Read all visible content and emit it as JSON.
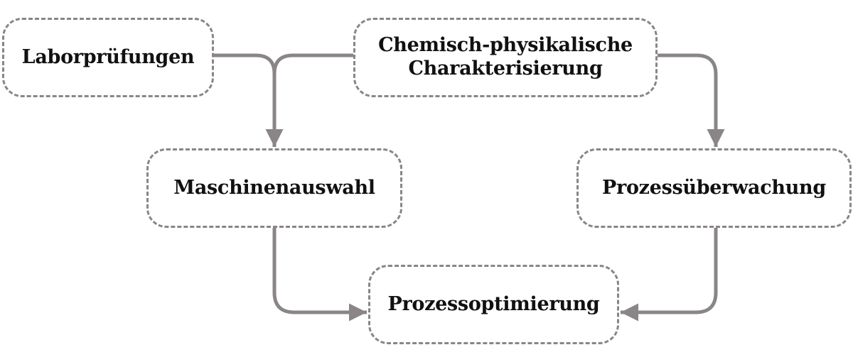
{
  "colors": {
    "border": "#8a8587",
    "connector": "#8a8587",
    "text": "#111111",
    "background": "#ffffff"
  },
  "nodes": {
    "laborpruefungen": {
      "label": "Laborprüfungen"
    },
    "charakterisierung": {
      "line1": "Chemisch-physikalische",
      "line2": "Charakterisierung"
    },
    "maschinenauswahl": {
      "label": "Maschinenauswahl"
    },
    "prozessueberwachung": {
      "label": "Prozessüberwachung"
    },
    "prozessoptimierung": {
      "label": "Prozessoptimierung"
    }
  },
  "edges": [
    {
      "from": "laborpruefungen",
      "to": "maschinenauswahl"
    },
    {
      "from": "charakterisierung",
      "to": "maschinenauswahl"
    },
    {
      "from": "charakterisierung",
      "to": "prozessueberwachung"
    },
    {
      "from": "maschinenauswahl",
      "to": "prozessoptimierung"
    },
    {
      "from": "prozessueberwachung",
      "to": "prozessoptimierung"
    }
  ]
}
